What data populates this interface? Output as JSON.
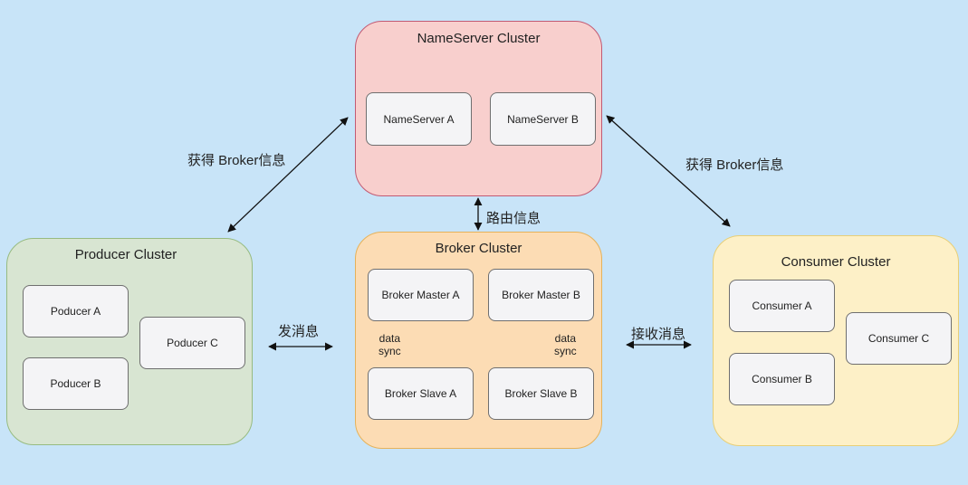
{
  "colors": {
    "background": "#c8e4f8",
    "nameserver_fill": "#f8cfcd",
    "broker_fill": "#fcdcb4",
    "producer_fill": "#d8e5d2",
    "consumer_fill": "#fdf0c7",
    "node_fill": "#f4f4f6"
  },
  "nameserver": {
    "title": "NameServer Cluster",
    "nodes": [
      "NameServer A",
      "NameServer B"
    ]
  },
  "broker": {
    "title": "Broker Cluster",
    "masters": [
      "Broker Master A",
      "Broker Master B"
    ],
    "slaves": [
      "Broker Slave A",
      "Broker Slave B"
    ],
    "sync_line1": "data",
    "sync_line2": "sync"
  },
  "producer": {
    "title": "Producer Cluster",
    "nodes": [
      "Poducer A",
      "Poducer B",
      "Poducer C"
    ]
  },
  "consumer": {
    "title": "Consumer Cluster",
    "nodes": [
      "Consumer A",
      "Consumer  B",
      "Consumer C"
    ]
  },
  "labels": {
    "get_broker_info_left": "获得 Broker信息",
    "get_broker_info_right": "获得 Broker信息",
    "route_info": "路由信息",
    "send_message": "发消息",
    "receive_message": "接收消息"
  }
}
